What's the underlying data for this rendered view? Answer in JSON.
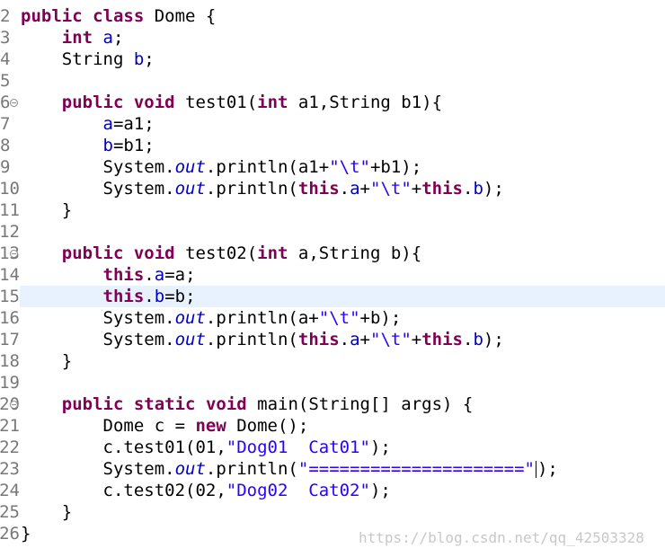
{
  "editor": {
    "lines": [
      {
        "num": "2",
        "fold": false,
        "current": false,
        "tokens": [
          {
            "t": "public",
            "c": "kw"
          },
          {
            "t": " "
          },
          {
            "t": "class",
            "c": "kw"
          },
          {
            "t": " Dome {"
          }
        ]
      },
      {
        "num": "3",
        "fold": false,
        "current": false,
        "tokens": [
          {
            "t": "    "
          },
          {
            "t": "int",
            "c": "kw"
          },
          {
            "t": " "
          },
          {
            "t": "a",
            "c": "fld"
          },
          {
            "t": ";"
          }
        ]
      },
      {
        "num": "4",
        "fold": false,
        "current": false,
        "tokens": [
          {
            "t": "    String "
          },
          {
            "t": "b",
            "c": "fld"
          },
          {
            "t": ";"
          }
        ]
      },
      {
        "num": "5",
        "fold": false,
        "current": false,
        "tokens": []
      },
      {
        "num": "6",
        "fold": true,
        "current": false,
        "tokens": [
          {
            "t": "    "
          },
          {
            "t": "public",
            "c": "kw"
          },
          {
            "t": " "
          },
          {
            "t": "void",
            "c": "kw"
          },
          {
            "t": " test01("
          },
          {
            "t": "int",
            "c": "kw"
          },
          {
            "t": " a1,String b1){"
          }
        ]
      },
      {
        "num": "7",
        "fold": false,
        "current": false,
        "tokens": [
          {
            "t": "        "
          },
          {
            "t": "a",
            "c": "fld"
          },
          {
            "t": "=a1;"
          }
        ]
      },
      {
        "num": "8",
        "fold": false,
        "current": false,
        "tokens": [
          {
            "t": "        "
          },
          {
            "t": "b",
            "c": "fld"
          },
          {
            "t": "=b1;"
          }
        ]
      },
      {
        "num": "9",
        "fold": false,
        "current": false,
        "tokens": [
          {
            "t": "        System."
          },
          {
            "t": "out",
            "c": "stat"
          },
          {
            "t": ".println(a1+"
          },
          {
            "t": "\"\\t\"",
            "c": "str"
          },
          {
            "t": "+b1);"
          }
        ]
      },
      {
        "num": "10",
        "fold": false,
        "current": false,
        "tokens": [
          {
            "t": "        System."
          },
          {
            "t": "out",
            "c": "stat"
          },
          {
            "t": ".println("
          },
          {
            "t": "this",
            "c": "kw"
          },
          {
            "t": "."
          },
          {
            "t": "a",
            "c": "fld"
          },
          {
            "t": "+"
          },
          {
            "t": "\"\\t\"",
            "c": "str"
          },
          {
            "t": "+"
          },
          {
            "t": "this",
            "c": "kw"
          },
          {
            "t": "."
          },
          {
            "t": "b",
            "c": "fld"
          },
          {
            "t": ");"
          }
        ]
      },
      {
        "num": "11",
        "fold": false,
        "current": false,
        "tokens": [
          {
            "t": "    }"
          }
        ]
      },
      {
        "num": "12",
        "fold": false,
        "current": false,
        "tokens": []
      },
      {
        "num": "13",
        "fold": true,
        "current": false,
        "tokens": [
          {
            "t": "    "
          },
          {
            "t": "public",
            "c": "kw"
          },
          {
            "t": " "
          },
          {
            "t": "void",
            "c": "kw"
          },
          {
            "t": " test02("
          },
          {
            "t": "int",
            "c": "kw"
          },
          {
            "t": " a,String b){"
          }
        ]
      },
      {
        "num": "14",
        "fold": false,
        "current": false,
        "tokens": [
          {
            "t": "        "
          },
          {
            "t": "this",
            "c": "kw"
          },
          {
            "t": "."
          },
          {
            "t": "a",
            "c": "fld"
          },
          {
            "t": "=a;"
          }
        ]
      },
      {
        "num": "15",
        "fold": false,
        "current": true,
        "tokens": [
          {
            "t": "        "
          },
          {
            "t": "this",
            "c": "kw"
          },
          {
            "t": "."
          },
          {
            "t": "b",
            "c": "fld"
          },
          {
            "t": "=b;"
          }
        ]
      },
      {
        "num": "16",
        "fold": false,
        "current": false,
        "tokens": [
          {
            "t": "        System."
          },
          {
            "t": "out",
            "c": "stat"
          },
          {
            "t": ".println(a+"
          },
          {
            "t": "\"\\t\"",
            "c": "str"
          },
          {
            "t": "+b);"
          }
        ]
      },
      {
        "num": "17",
        "fold": false,
        "current": false,
        "tokens": [
          {
            "t": "        System."
          },
          {
            "t": "out",
            "c": "stat"
          },
          {
            "t": ".println("
          },
          {
            "t": "this",
            "c": "kw"
          },
          {
            "t": "."
          },
          {
            "t": "a",
            "c": "fld"
          },
          {
            "t": "+"
          },
          {
            "t": "\"\\t\"",
            "c": "str"
          },
          {
            "t": "+"
          },
          {
            "t": "this",
            "c": "kw"
          },
          {
            "t": "."
          },
          {
            "t": "b",
            "c": "fld"
          },
          {
            "t": ");"
          }
        ]
      },
      {
        "num": "18",
        "fold": false,
        "current": false,
        "tokens": [
          {
            "t": "    }"
          }
        ]
      },
      {
        "num": "19",
        "fold": false,
        "current": false,
        "tokens": []
      },
      {
        "num": "20",
        "fold": true,
        "current": false,
        "tokens": [
          {
            "t": "    "
          },
          {
            "t": "public",
            "c": "kw"
          },
          {
            "t": " "
          },
          {
            "t": "static",
            "c": "kw"
          },
          {
            "t": " "
          },
          {
            "t": "void",
            "c": "kw"
          },
          {
            "t": " main(String[] args) {"
          }
        ]
      },
      {
        "num": "21",
        "fold": false,
        "current": false,
        "tokens": [
          {
            "t": "        Dome c = "
          },
          {
            "t": "new",
            "c": "kw"
          },
          {
            "t": " Dome();"
          }
        ]
      },
      {
        "num": "22",
        "fold": false,
        "current": false,
        "tokens": [
          {
            "t": "        c.test01(01,"
          },
          {
            "t": "\"Dog01  Cat01\"",
            "c": "str"
          },
          {
            "t": ");"
          }
        ]
      },
      {
        "num": "23",
        "fold": false,
        "current": false,
        "tokens": [
          {
            "t": "        System."
          },
          {
            "t": "out",
            "c": "stat"
          },
          {
            "t": ".println("
          },
          {
            "t": "\"=====================\"",
            "c": "str"
          },
          {
            "cursor": true
          },
          {
            "t": ");"
          }
        ]
      },
      {
        "num": "24",
        "fold": false,
        "current": false,
        "tokens": [
          {
            "t": "        c.test02(02,"
          },
          {
            "t": "\"Dog02  Cat02\"",
            "c": "str"
          },
          {
            "t": ");"
          }
        ]
      },
      {
        "num": "25",
        "fold": false,
        "current": false,
        "tokens": [
          {
            "t": "    }"
          }
        ]
      },
      {
        "num": "26",
        "fold": false,
        "current": false,
        "tokens": [
          {
            "t": "}"
          }
        ]
      }
    ]
  },
  "watermark": "https://blog.csdn.net/qq_42503328",
  "colors": {
    "keyword": "#7f0055",
    "field": "#0000c0",
    "string": "#2a00ff",
    "current_line": "#e8f2fe",
    "line_number": "#787878"
  }
}
